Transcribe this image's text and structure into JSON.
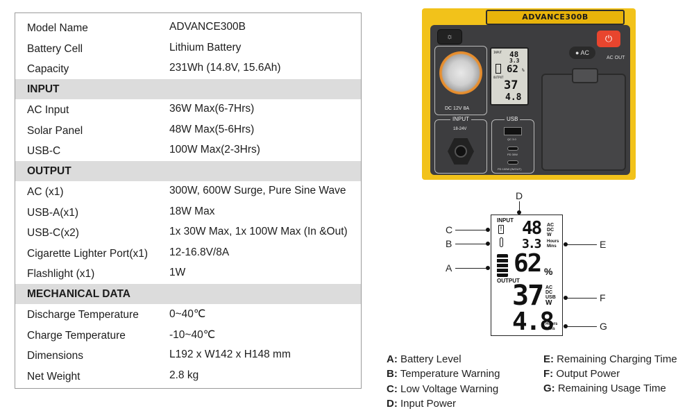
{
  "specs": {
    "rows": [
      {
        "key": "Model Name",
        "value": "ADVANCE300B"
      },
      {
        "key": "Battery Cell",
        "value": "Lithium Battery"
      },
      {
        "key": "Capacity",
        "value": "231Wh (14.8V, 15.6Ah)"
      },
      {
        "section": "INPUT"
      },
      {
        "key": "AC Input",
        "value": "36W Max(6-7Hrs)"
      },
      {
        "key": "Solar Panel",
        "value": "48W Max(5-6Hrs)"
      },
      {
        "key": "USB-C",
        "value": "100W Max(2-3Hrs)"
      },
      {
        "section": "OUTPUT"
      },
      {
        "key": "AC (x1)",
        "value": "300W, 600W Surge, Pure Sine Wave"
      },
      {
        "key": "USB-A(x1)",
        "value": "18W Max"
      },
      {
        "key": "USB-C(x2)",
        "value": "1x 30W Max, 1x 100W Max (In &Out)"
      },
      {
        "key": "Cigarette Lighter Port(x1)",
        "value": "12-16.8V/8A"
      },
      {
        "key": "Flashlight (x1)",
        "value": "1W"
      },
      {
        "section": "MECHANICAL DATA"
      },
      {
        "key": "Discharge Temperature",
        "value": "0~40℃"
      },
      {
        "key": "Charge Temperature",
        "value": "-10~40℃"
      },
      {
        "key": "Dimensions",
        "value": "L192 x W142 x H148 mm"
      },
      {
        "key": "Net Weight",
        "value": "2.8 kg"
      }
    ]
  },
  "device": {
    "model_label": "ADVANCE300B",
    "ac_button": "AC",
    "ac_out": "AC OUT",
    "dc_label": "DC 12V 8A",
    "input_label": "INPUT",
    "input_voltage": "18-24V",
    "usb_label": "USB",
    "qc_label": "QC 3.0",
    "pd30_label": "PD 30W",
    "pd100_label": "PD 100W (IN/OUT)",
    "colors": {
      "body": "#f2c21a",
      "panel": "#3d3d3f",
      "power": "#e8452e"
    }
  },
  "lcd": {
    "input_label": "INPUT",
    "input_value": "48",
    "input_units": [
      "AC",
      "DC",
      "W"
    ],
    "time_value": "3.3",
    "time_units": [
      "Hours",
      "Mins"
    ],
    "battery_value": "62",
    "battery_unit": "%",
    "output_label": "OUTPUT",
    "output_value": "37",
    "output_units": [
      "AC",
      "DC",
      "USB",
      "W"
    ],
    "usage_value": "4.8",
    "usage_units": [
      "Hours",
      "Mins"
    ],
    "callouts": {
      "a": "A",
      "b": "B",
      "c": "C",
      "d": "D",
      "e": "E",
      "f": "F",
      "g": "G"
    }
  },
  "legend": [
    {
      "letter": "A:",
      "text": "Battery Level"
    },
    {
      "letter": "B:",
      "text": "Temperature  Warning"
    },
    {
      "letter": "C:",
      "text": "Low Voltage  Warning"
    },
    {
      "letter": "D:",
      "text": "Input Power"
    },
    {
      "letter": "E:",
      "text": "Remaining Charging Time"
    },
    {
      "letter": "F:",
      "text": "Output Power"
    },
    {
      "letter": "G:",
      "text": "Remaining Usage Time"
    }
  ]
}
